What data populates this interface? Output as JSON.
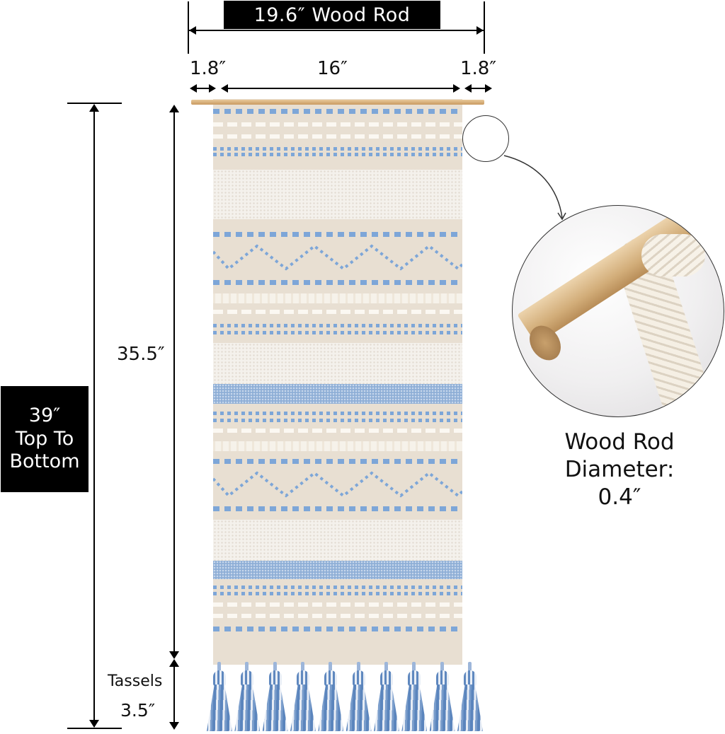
{
  "product": {
    "type": "woven macrame boho wall hanging tapestry with tassels",
    "colors": {
      "base_fabric": "#e8dfd2",
      "accent_blue": "#7da6d8",
      "shag_blue": "#8eaed6",
      "white_stitch": "#fbf8f2",
      "rod_wood": "#d2ad79"
    }
  },
  "dimensions": {
    "rod_total_label": "19.6″ Wood Rod",
    "left_overhang": "1.8″",
    "fabric_width": "16″",
    "right_overhang": "1.8″",
    "fabric_length": "35.5″",
    "total_height": {
      "value": "39″",
      "line1": "Top To",
      "line2": "Bottom"
    },
    "tassels": {
      "label": "Tassels",
      "value": "3.5″",
      "count": 10
    }
  },
  "detail_callout": {
    "caption_line1": "Wood Rod",
    "caption_line2": "Diameter:",
    "caption_line3": "0.4″"
  }
}
